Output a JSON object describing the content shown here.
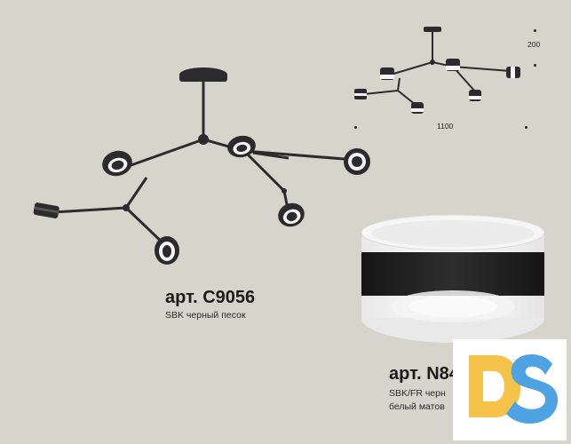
{
  "product1": {
    "article": "арт. C9056",
    "desc": "SBK черный песок"
  },
  "product2": {
    "article": "арт. N84",
    "desc_line1": "SBK/FR черн",
    "desc_line2": "белый матов"
  },
  "dimensions": {
    "height": "200",
    "width": "1100"
  },
  "logo": {
    "text": "DS"
  },
  "colors": {
    "background": "#d5d5cc",
    "fixture_black": "#2b2b2d",
    "logo_yellow": "#f6c34a",
    "logo_blue": "#4fa3e3"
  }
}
